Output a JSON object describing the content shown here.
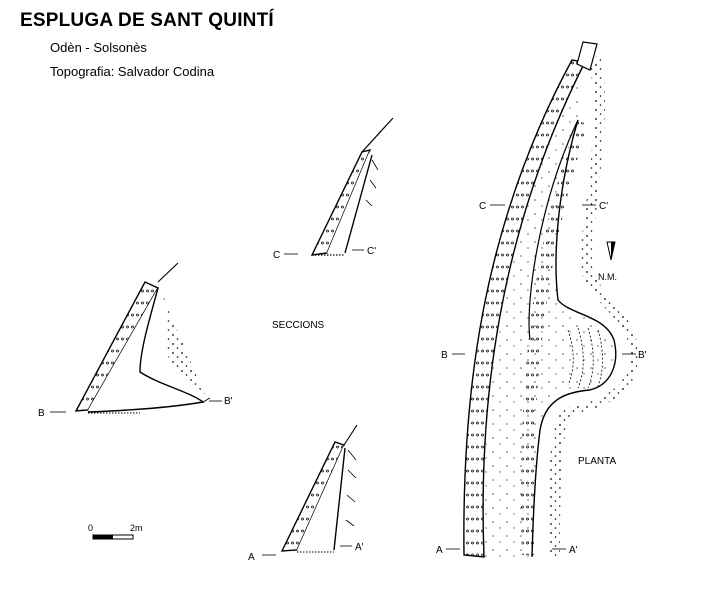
{
  "header": {
    "title": "ESPLUGA DE SANT QUINTÍ",
    "location": "Odèn - Solsonès",
    "surveyor": "Topografia: Salvador Codina"
  },
  "labels": {
    "seccions": "SECCIONS",
    "planta": "PLANTA",
    "north": "N.M."
  },
  "scale": {
    "zero": "0",
    "length": "2m"
  },
  "sections": {
    "a": {
      "left": "A",
      "right": "A'"
    },
    "b": {
      "left": "B",
      "right": "B'"
    },
    "c": {
      "left": "C",
      "right": "C'"
    }
  },
  "plan_markers": {
    "a": {
      "left": "A",
      "right": "A'"
    },
    "b": {
      "left": "B",
      "right": "B'"
    },
    "c": {
      "left": "C",
      "right": "C'"
    }
  }
}
